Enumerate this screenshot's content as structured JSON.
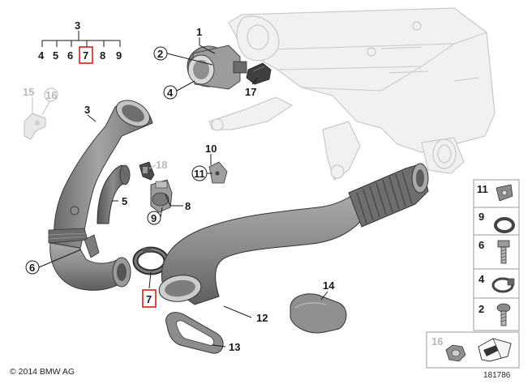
{
  "copyright": "© 2014 BMW AG",
  "diagram_number": "181786",
  "colors": {
    "highlight": "#e0191b",
    "part_grey": "#8d8d8d",
    "ghost_grey": "#d4d4d4"
  },
  "labels": {
    "p1": "1",
    "p2": "2",
    "p3a": "3",
    "p3b": "3",
    "p4": "4",
    "p5": "5",
    "p6": "6",
    "p7a": "7",
    "p7b": "7",
    "p8": "8",
    "p9": "9",
    "p10": "10",
    "p11": "11",
    "p12": "12",
    "p13": "13",
    "p14": "14",
    "p15": "15",
    "p16": "16",
    "p17": "17",
    "p18": "18"
  },
  "group3_children": [
    "4",
    "5",
    "6",
    "7",
    "8",
    "9"
  ],
  "legend": [
    {
      "label": "11",
      "icon": "clip-nut-icon"
    },
    {
      "label": "9",
      "icon": "o-ring-icon"
    },
    {
      "label": "6",
      "icon": "screw-icon"
    },
    {
      "label": "4",
      "icon": "hose-clamp-icon"
    },
    {
      "label": "2",
      "icon": "torx-screw-icon"
    },
    {
      "label": "16",
      "icon": "nut-icon"
    }
  ]
}
